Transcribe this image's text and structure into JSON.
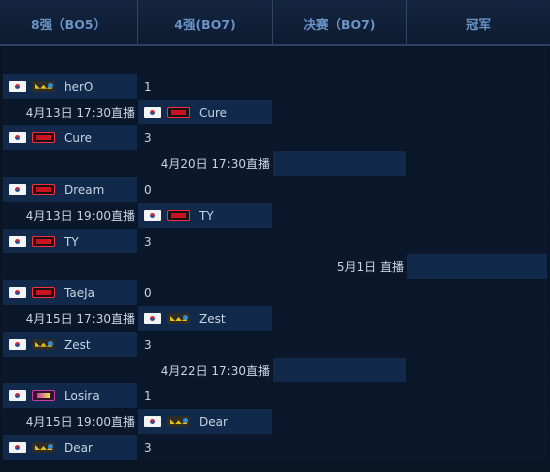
{
  "colors": {
    "background": "#0a1526",
    "header_text": "#6a93c6",
    "cell": "#0b182b",
    "player_bar": "#11294a",
    "text": "#c8d4e4",
    "korea_red": "#d2283b",
    "korea_blue": "#1c4d9b"
  },
  "headers": {
    "round_of_8": "8强（BO5）",
    "semifinal": "4强(BO7)",
    "final": "决赛（BO7)",
    "champion": "冠军"
  },
  "round_of_8": [
    {
      "match_time": "4月13日 17:30直播",
      "top": {
        "name": "herO",
        "flag": "korea-flag-icon",
        "team": "jin-air-logo-icon",
        "score": "1"
      },
      "bottom": {
        "name": "Cure",
        "flag": "korea-flag-icon",
        "team": "skt-logo-icon",
        "score": "3"
      }
    },
    {
      "match_time": "4月13日 19:00直播",
      "top": {
        "name": "Dream",
        "flag": "korea-flag-icon",
        "team": "skt-logo-icon",
        "score": "0"
      },
      "bottom": {
        "name": "TY",
        "flag": "korea-flag-icon",
        "team": "skt-logo-icon",
        "score": "3"
      }
    },
    {
      "match_time": "4月15日 17:30直播",
      "top": {
        "name": "TaeJa",
        "flag": "korea-flag-icon",
        "team": "skt-logo-icon",
        "score": "0"
      },
      "bottom": {
        "name": "Zest",
        "flag": "korea-flag-icon",
        "team": "jin-air-logo-icon",
        "score": "3"
      }
    },
    {
      "match_time": "4月15日 19:00直播",
      "top": {
        "name": "Losira",
        "flag": "korea-flag-icon",
        "team": "vsg-logo-icon",
        "score": "1"
      },
      "bottom": {
        "name": "Dear",
        "flag": "korea-flag-icon",
        "team": "jin-air-logo-icon",
        "score": "3"
      }
    }
  ],
  "semifinal": [
    {
      "match_time": "4月20日 17:30直播"
    },
    {
      "match_time": "4月22日 17:30直播"
    }
  ],
  "semifinal_players": [
    {
      "name": "Cure",
      "flag": "korea-flag-icon",
      "team": "skt-logo-icon"
    },
    {
      "name": "TY",
      "flag": "korea-flag-icon",
      "team": "skt-logo-icon"
    },
    {
      "name": "Zest",
      "flag": "korea-flag-icon",
      "team": "jin-air-logo-icon"
    },
    {
      "name": "Dear",
      "flag": "korea-flag-icon",
      "team": "jin-air-logo-icon"
    }
  ],
  "final": {
    "match_time": "5月1日 直播"
  }
}
